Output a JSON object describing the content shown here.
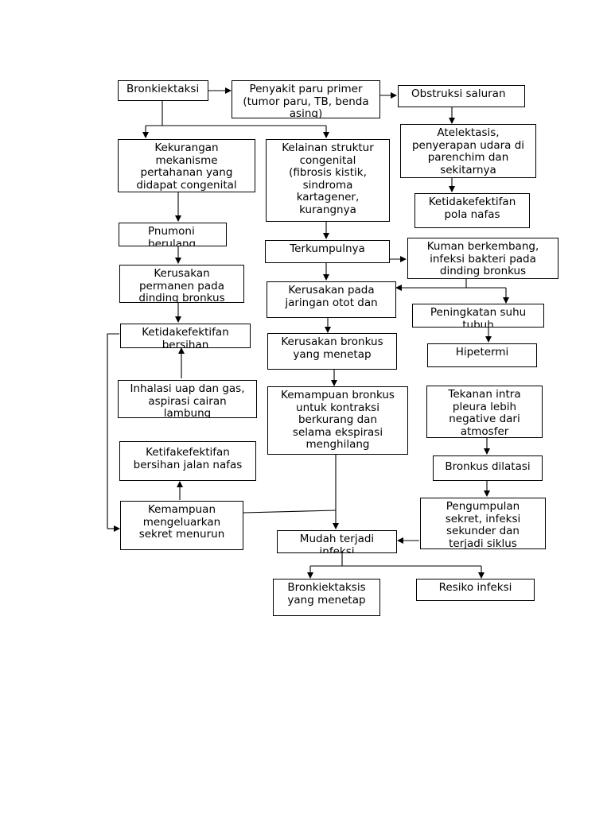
{
  "nodes": {
    "bronkiektaksi": "Bronkiektaksi",
    "penyakit_paru_primer": "Penyakit paru primer\n(tumor paru, TB, benda\nasing)",
    "obstruksi_saluran": "Obstruksi saluran",
    "kekurangan_mekanisme": "Kekurangan\nmekanisme\npertahanan yang\ndidapat congenital",
    "kelainan_struktur": "Kelainan struktur\ncongenital\n(fibrosis kistik,\nsindroma\nkartagener,\nkurangnya",
    "atelektasis": "Atelektasis,\npenyerapan udara di\nparenchim dan\nsekitarnya",
    "ketidakefektifan_pola_nafas": "Ketidakefektifan\npola nafas",
    "pnumoni": "Pnumoni\nberulang",
    "terkumpulnya": "Terkumpulnya",
    "kuman_berkembang": "Kuman berkembang,\ninfeksi bakteri pada\ndinding bronkus",
    "kerusakan_permanen": "Kerusakan\npermanen pada\ndinding bronkus",
    "kerusakan_jaringan": "Kerusakan pada\njaringan otot dan",
    "peningkatan_suhu": "Peningkatan suhu\ntubuh",
    "ketidakefektifan_left": "Ketidakefektifan\nbersihan",
    "kerusakan_bronkus_menetap": "Kerusakan bronkus\nyang menetap",
    "hipetermi": "Hipetermi",
    "inhalasi": "Inhalasi uap dan gas,\naspirasi cairan\nlambung",
    "kemampuan_bronkus": "Kemampuan bronkus\nuntuk kontraksi\nberkurang dan\nselama ekspirasi\nmenghilang",
    "tekanan_intra_pleura": "Tekanan intra\npleura lebih\nnegative dari\natmosfer",
    "ketifakefektifan_bersihan": "Ketifakefektifan\nbersihan jalan nafas",
    "bronkus_dilatasi": "Bronkus dilatasi",
    "kemampuan_mengeluarkan": "Kemampuan\nmengeluarkan\nsekret menurun",
    "pengumpulan_sekret": "Pengumpulan\nsekret, infeksi\nsekunder dan\nterjadi siklus",
    "mudah_terjadi_infeksi": "Mudah terjadi\ninfeksi",
    "bronkiektaksis_menetap": "Bronkiektaksis\nyang menetap",
    "resiko_infeksi": "Resiko infeksi"
  }
}
